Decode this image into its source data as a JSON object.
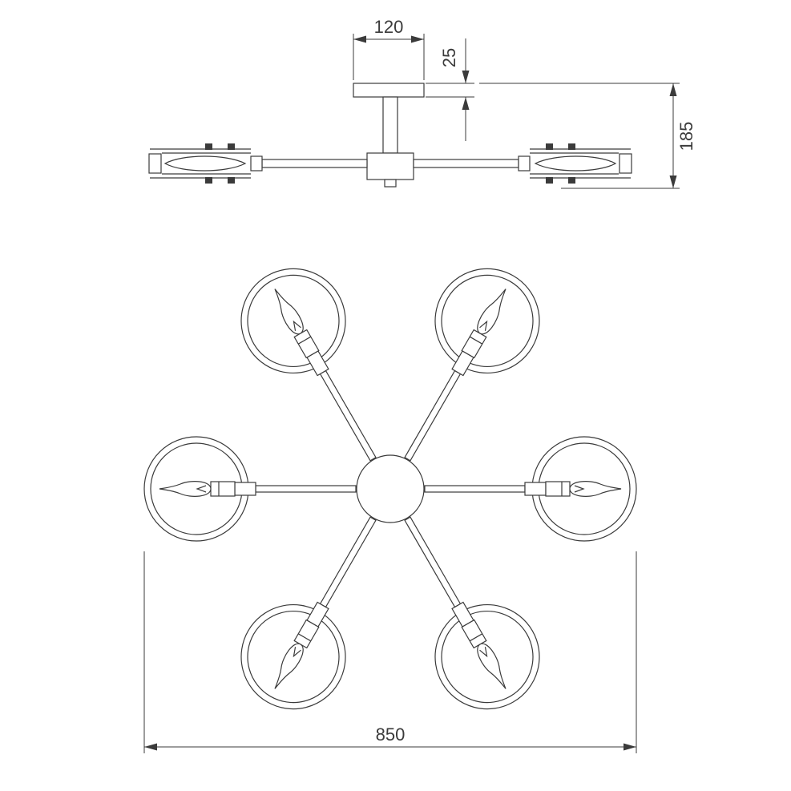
{
  "style": {
    "background": "#ffffff",
    "line_color": "#3b3b3b"
  },
  "dimensions": {
    "canopy_width": "120",
    "canopy_height": "25",
    "overall_height": "185",
    "overall_diameter": "850"
  },
  "side_view": {
    "shade_assemblies_visible": 2
  },
  "plan_view": {
    "arm_count": 6,
    "arm_angles_deg": [
      0,
      60,
      120,
      180,
      240,
      300
    ]
  }
}
